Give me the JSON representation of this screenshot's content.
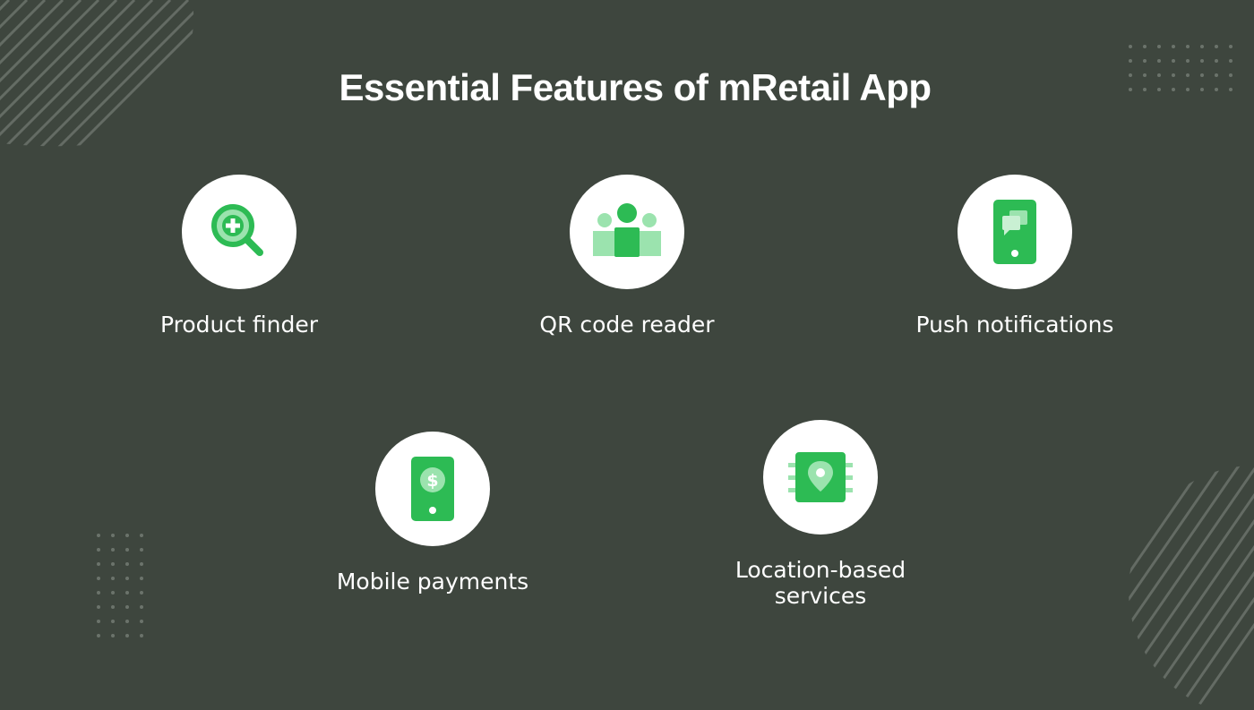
{
  "title": "Essential Features of mRetail App",
  "colors": {
    "background": "#3e463e",
    "accent": "#2dbb54",
    "accent_light": "#9be3ae"
  },
  "features": [
    {
      "label": "Product finder",
      "icon": "magnifier-plus-icon"
    },
    {
      "label": "QR code reader",
      "icon": "people-group-icon"
    },
    {
      "label": "Push notifications",
      "icon": "phone-chat-icon"
    },
    {
      "label": "Mobile payments",
      "icon": "phone-dollar-icon"
    },
    {
      "label": "Location-based services",
      "icon": "chip-location-icon"
    }
  ]
}
